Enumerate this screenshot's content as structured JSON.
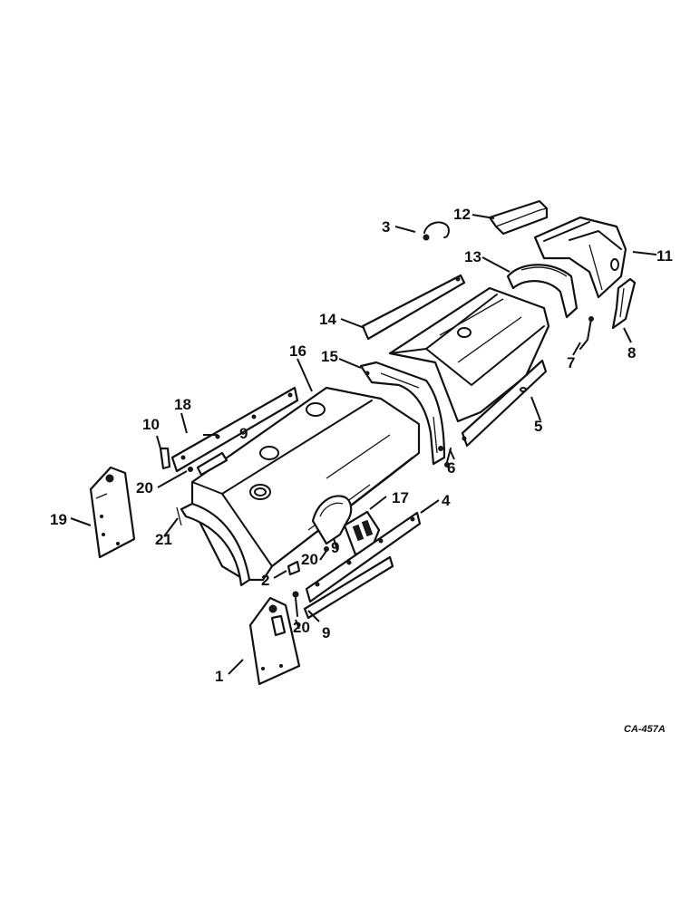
{
  "diagram": {
    "drawing_code": "CA-457A",
    "callouts": {
      "c1": "1",
      "c2": "2",
      "c3": "3",
      "c4": "4",
      "c5": "5",
      "c6": "6",
      "c7": "7",
      "c8": "8",
      "c9a": "9",
      "c9b": "9",
      "c9c": "9",
      "c10": "10",
      "c11": "11",
      "c12": "12",
      "c13": "13",
      "c14": "14",
      "c15": "15",
      "c16": "16",
      "c17": "17",
      "c18": "18",
      "c19": "19",
      "c20a": "20",
      "c20b": "20",
      "c20c": "20",
      "c21": "21"
    }
  }
}
